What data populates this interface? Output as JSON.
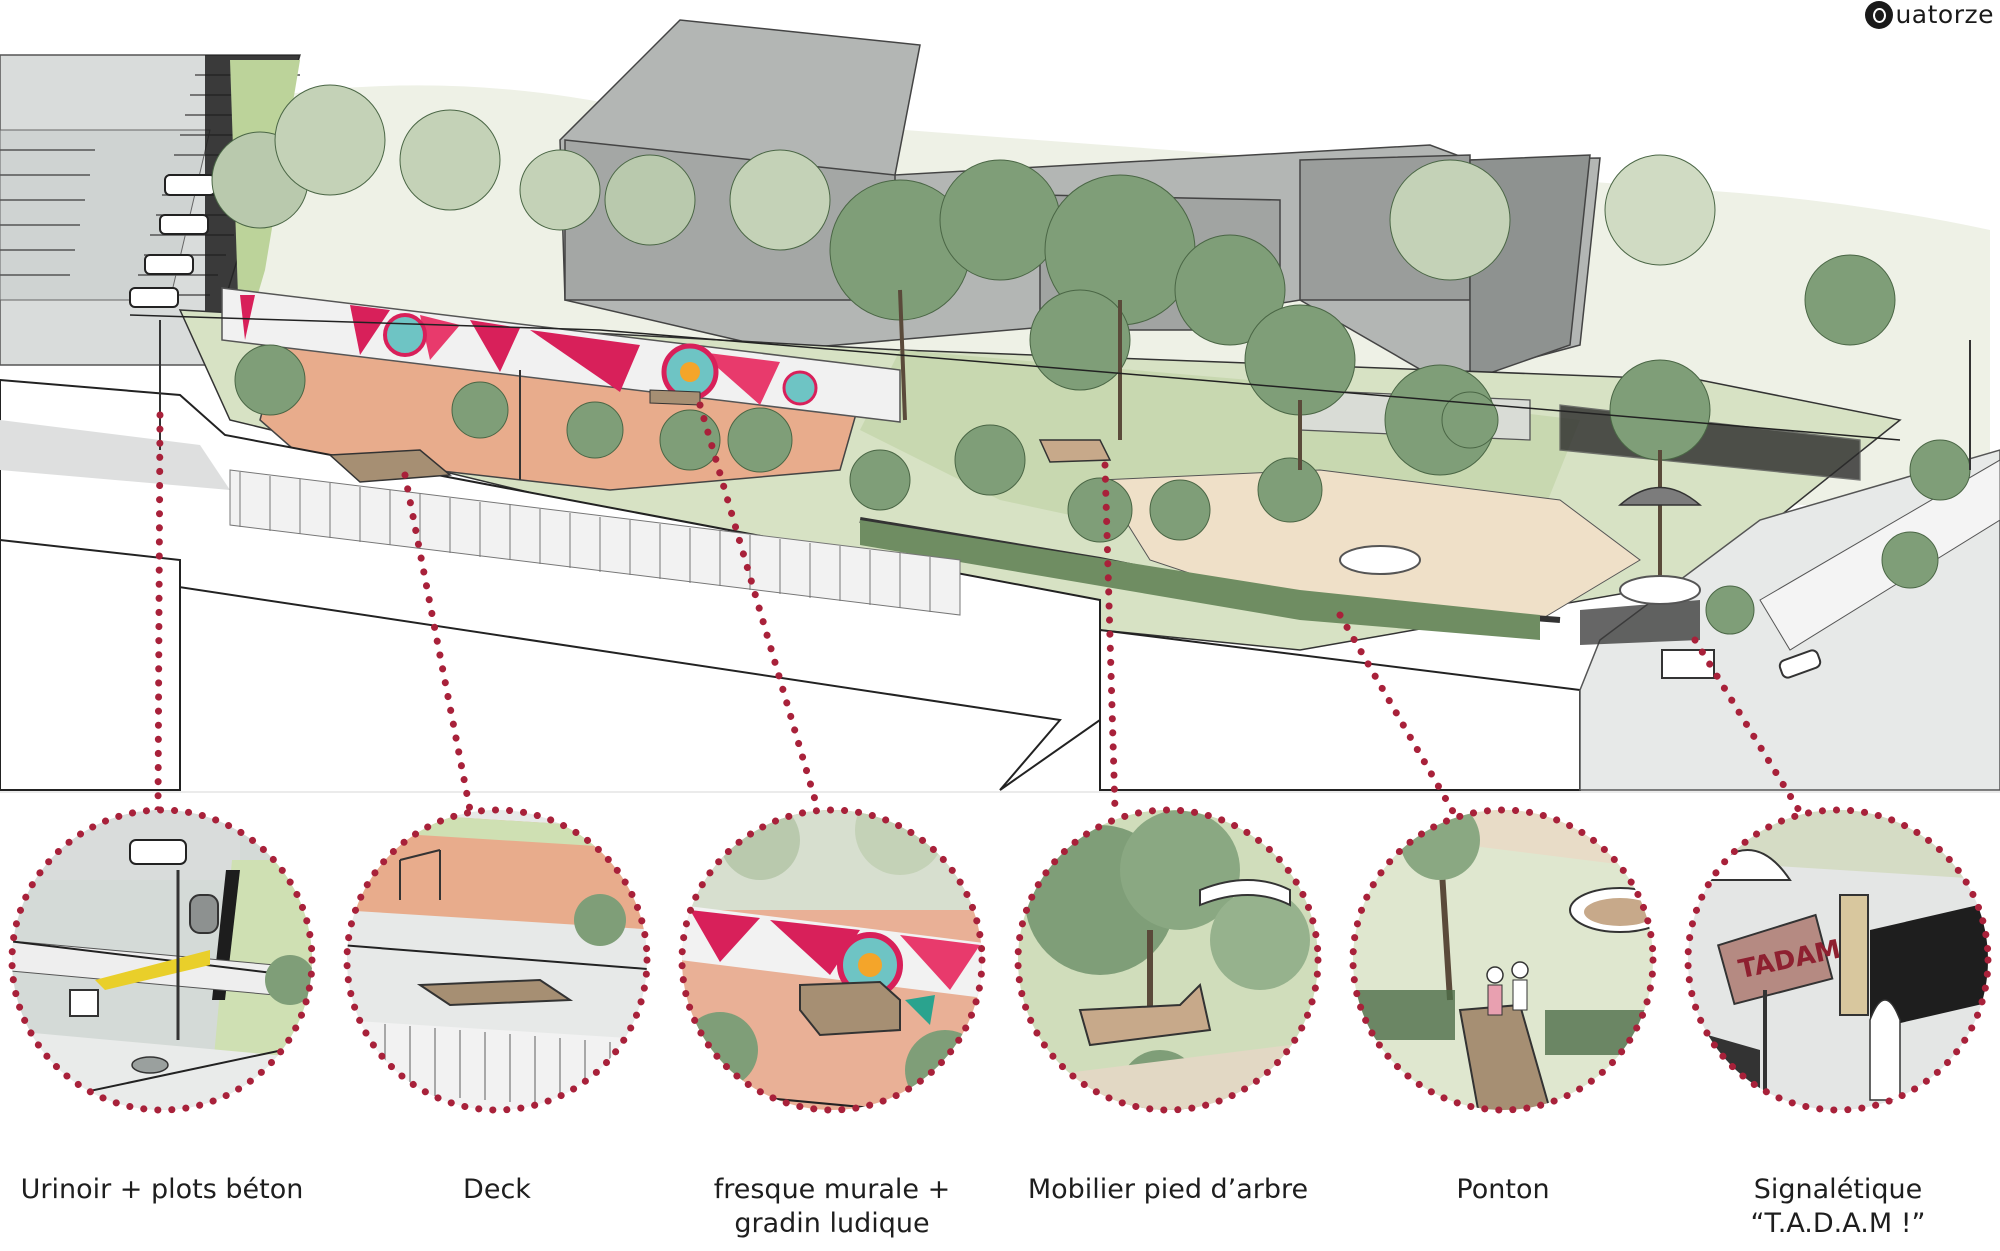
{
  "brand": {
    "logo_text": "uatorze",
    "logo_icon": "q-letter-icon"
  },
  "callouts": [
    {
      "id": "urinoir",
      "caption_lines": [
        "Urinoir + plots béton"
      ]
    },
    {
      "id": "deck",
      "caption_lines": [
        "Deck"
      ]
    },
    {
      "id": "fresque",
      "caption_lines": [
        "fresque murale +",
        "gradin ludique"
      ]
    },
    {
      "id": "mobilier",
      "caption_lines": [
        "Mobilier pied d’arbre"
      ]
    },
    {
      "id": "ponton",
      "caption_lines": [
        "Ponton"
      ]
    },
    {
      "id": "signaletique",
      "caption_lines": [
        "Signalétique",
        "“T.A.D.A.M !”"
      ]
    }
  ],
  "sign": {
    "text": "TADAM"
  },
  "colors": {
    "dotted_leader": "#a8213a",
    "tree_foliage": "#7f9e78",
    "lawn": "#cfdcb8",
    "play_surface": "#e7a98a",
    "building": "#a8aba9",
    "mural_pink": "#d8205a"
  }
}
